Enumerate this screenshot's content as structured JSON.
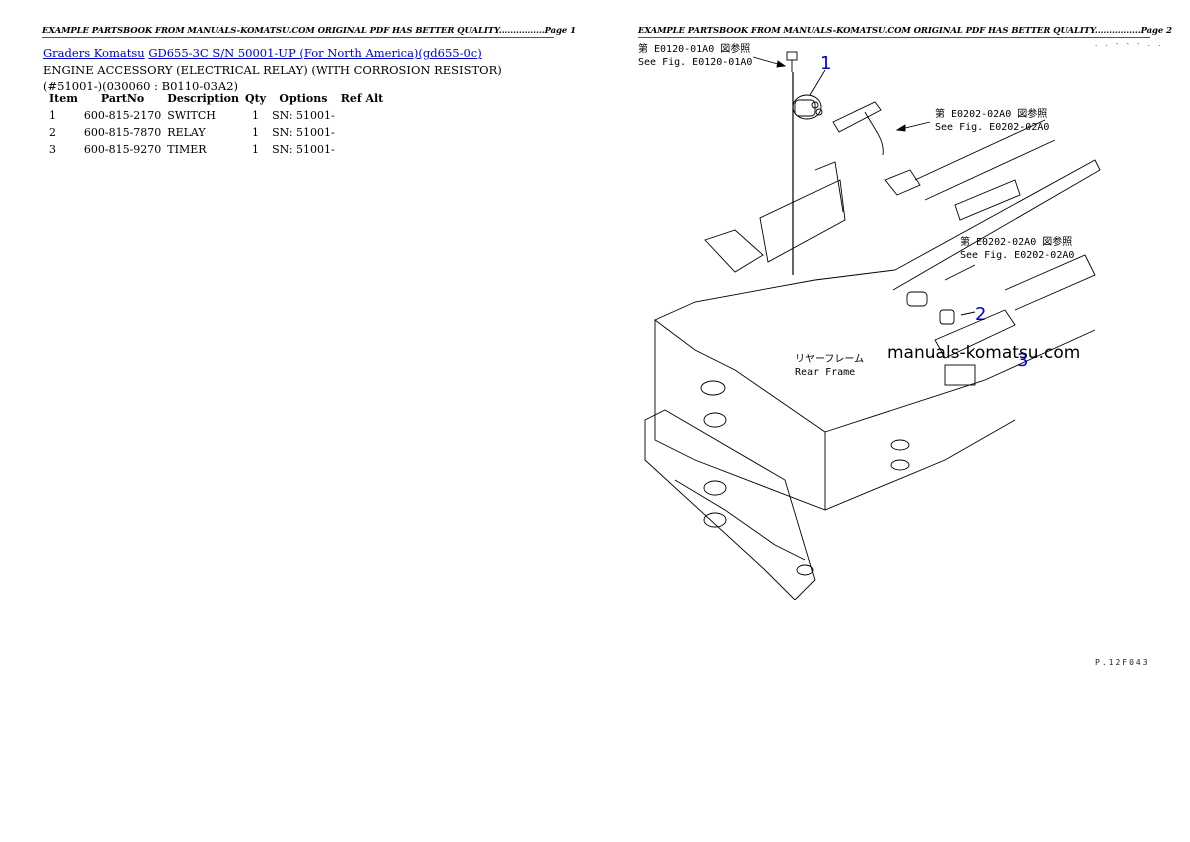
{
  "pages": [
    {
      "header": "EXAMPLE PARTSBOOK FROM MANUALS-KOMATSU.COM ORIGINAL PDF HAS BETTER QUALITY................Page 1",
      "breadcrumb": {
        "link1": "Graders Komatsu",
        "link2": "GD655-3C S/N 50001-UP (For North America)(gd655-0c)"
      },
      "section_title": "ENGINE ACCESSORY (ELECTRICAL RELAY) (WITH CORROSION RESISTOR)(#51001-)(030060 : B0110-03A2)",
      "table": {
        "columns": [
          "Item",
          "PartNo",
          "Description",
          "Qty",
          "Options",
          "Ref Alt"
        ],
        "rows": [
          {
            "item": "1",
            "part_no": "600-815-2170",
            "description": "SWITCH",
            "qty": "1",
            "options": "SN: 51001-",
            "ref_alt": ""
          },
          {
            "item": "2",
            "part_no": "600-815-7870",
            "description": "RELAY",
            "qty": "1",
            "options": "SN: 51001-",
            "ref_alt": ""
          },
          {
            "item": "3",
            "part_no": "600-815-9270",
            "description": "TIMER",
            "qty": "1",
            "options": "SN: 51001-",
            "ref_alt": ""
          }
        ]
      }
    },
    {
      "header": "EXAMPLE PARTSBOOK FROM MANUALS-KOMATSU.COM ORIGINAL PDF HAS BETTER QUALITY................Page 2",
      "diagram": {
        "callouts": [
          "1",
          "2",
          "3"
        ],
        "callout_color": "#0000cc",
        "refs": [
          {
            "jp": "第 E0120-01A0 図参照",
            "en": "See Fig. E0120-01A0"
          },
          {
            "jp": "第 E0202-02A0 図参照",
            "en": "See Fig. E0202-02A0"
          },
          {
            "jp": "第 E0202-02A0 図参照",
            "en": "See Fig. E0202-02A0"
          }
        ],
        "frame_label_jp": "リヤーフレーム",
        "frame_label_en": "Rear Frame",
        "watermark": "manuals-komatsu.com",
        "drawing_code": "P.12F043",
        "top_marks": ". . - - - . ."
      }
    }
  ]
}
